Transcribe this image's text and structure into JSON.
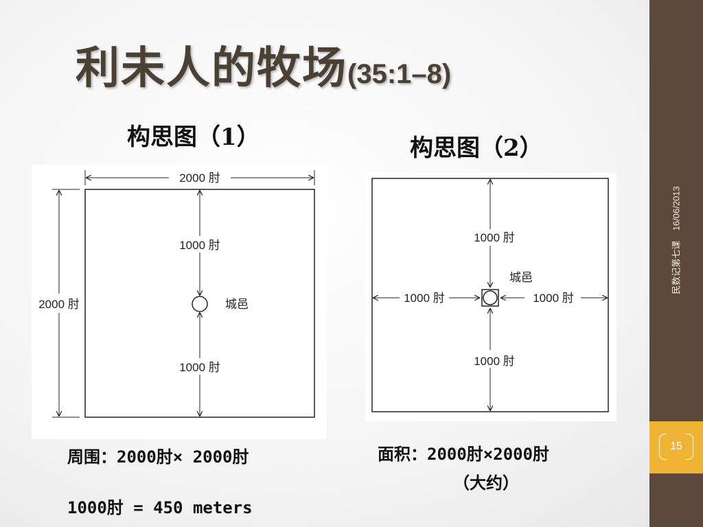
{
  "title": {
    "main": "利未人的牧场",
    "ref": "(35:1–8)"
  },
  "diagram1": {
    "caption": "构思图（1）",
    "top_label": "2000 肘",
    "side_label": "2000 肘",
    "upper_label": "1000 肘",
    "lower_label": "1000 肘",
    "city_label": "城邑"
  },
  "diagram2": {
    "caption": "构思图（2）",
    "top_label": "1000 肘",
    "bottom_label": "1000 肘",
    "left_label": "1000 肘",
    "right_label": "1000 肘",
    "city_label": "城邑"
  },
  "notes": {
    "perimeter": "周围：2000肘× 2000肘",
    "conversion": "1000肘 = 450 meters",
    "area_line1": "面积：2000肘×2000肘",
    "area_line2": "（大约）"
  },
  "sidebar": {
    "date": "16/06/2013",
    "course": "民数记第七课",
    "slide_number": "15"
  },
  "colors": {
    "sidebar": "#5b4a3a",
    "accent": "#efb434",
    "title": "#4a4034"
  }
}
